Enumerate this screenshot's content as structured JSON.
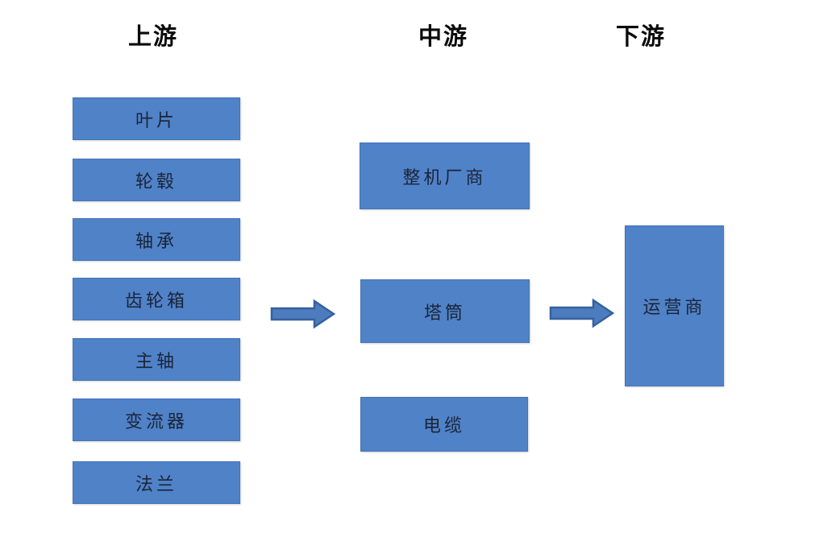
{
  "diagram": {
    "type": "industry-chain-flow",
    "columns": {
      "upstream": {
        "header": "上游",
        "boxes": [
          "叶片",
          "轮毂",
          "轴承",
          "齿轮箱",
          "主轴",
          "变流器",
          "法兰"
        ]
      },
      "midstream": {
        "header": "中游",
        "boxes": [
          "整机厂商",
          "塔筒",
          "电缆"
        ]
      },
      "downstream": {
        "header": "下游",
        "boxes": [
          "运营商"
        ]
      }
    },
    "arrows": [
      {
        "name": "upstream-to-midstream",
        "direction": "right"
      },
      {
        "name": "midstream-to-downstream",
        "direction": "right"
      }
    ],
    "colors": {
      "box_fill": "#5082C8",
      "box_border": "#4474B6",
      "arrow_fill": "#4C7CBE",
      "arrow_border": "#36609F",
      "box_text": "#1A2438",
      "header_text": "#0A0A0A",
      "background": "#FFFFFF"
    }
  }
}
